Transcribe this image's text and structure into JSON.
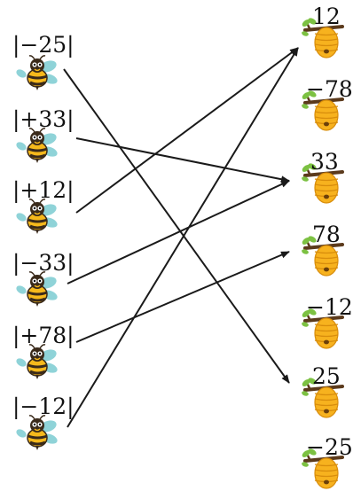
{
  "bees": [
    {
      "label": "|−25|"
    },
    {
      "label": "|+33|"
    },
    {
      "label": "|+12|"
    },
    {
      "label": "|−33|"
    },
    {
      "label": "|+78|"
    },
    {
      "label": "|−12|"
    }
  ],
  "hives": [
    {
      "label": "12"
    },
    {
      "label": "−78"
    },
    {
      "label": "33"
    },
    {
      "label": "78"
    },
    {
      "label": "−12"
    },
    {
      "label": "25"
    },
    {
      "label": "−25"
    }
  ],
  "connections": [
    {
      "from": 0,
      "to": 5
    },
    {
      "from": 1,
      "to": 2
    },
    {
      "from": 2,
      "to": 0
    },
    {
      "from": 3,
      "to": 2
    },
    {
      "from": 4,
      "to": 3
    },
    {
      "from": 5,
      "to": 0
    }
  ],
  "colors": {
    "bee_body": "#f6b91c",
    "bee_stripe": "#3a2a1a",
    "bee_wing": "#8fd3d8",
    "hive": "#f7b21e",
    "hive_dark": "#d88d0c",
    "branch": "#5b3a1c",
    "leaf": "#7cc142",
    "arrow": "#1a1a1a"
  }
}
